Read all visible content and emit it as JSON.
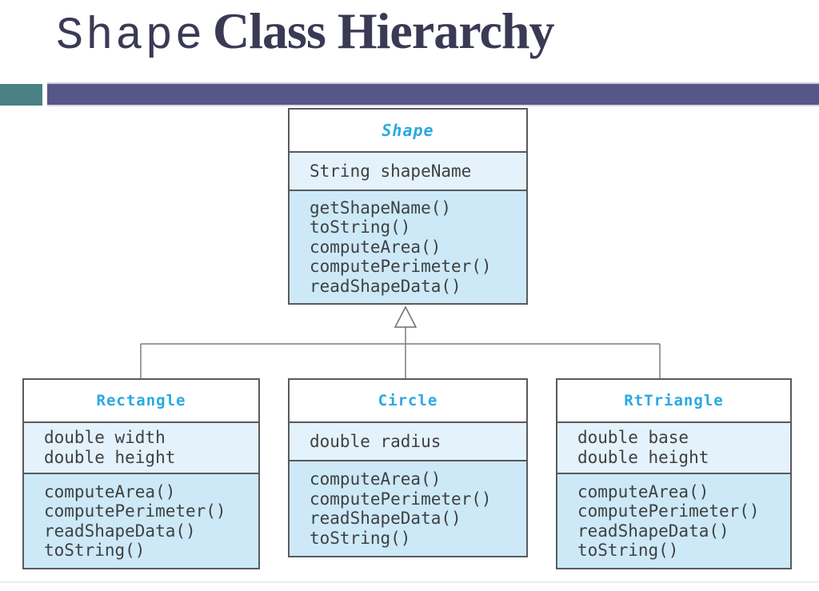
{
  "theme": {
    "accent_teal": "#4A8184",
    "accent_purple": "#565689",
    "title_color": "#3A3A55",
    "class_name_color": "#29A9E1",
    "fields_bg": "#E4F2FB",
    "methods_bg": "#CDE9F8",
    "box_border": "#595A5D",
    "connector": "#7B7C7F",
    "code_text": "#3F4042"
  },
  "header": {
    "code_word": "Shape",
    "rest": "Class Hierarchy"
  },
  "diagram": {
    "parent": {
      "name": "Shape",
      "fields": [
        "String shapeName"
      ],
      "methods": [
        "getShapeName()",
        "toString()",
        "computeArea()",
        "computePerimeter()",
        "readShapeData()"
      ]
    },
    "children": [
      {
        "name": "Rectangle",
        "fields": [
          "double width",
          "double height"
        ],
        "methods": [
          "computeArea()",
          "computePerimeter()",
          "readShapeData()",
          "toString()"
        ]
      },
      {
        "name": "Circle",
        "fields": [
          "double radius"
        ],
        "methods": [
          "computeArea()",
          "computePerimeter()",
          "readShapeData()",
          "toString()"
        ]
      },
      {
        "name": "RtTriangle",
        "fields": [
          "double base",
          "double height"
        ],
        "methods": [
          "computeArea()",
          "computePerimeter()",
          "readShapeData()",
          "toString()"
        ]
      }
    ]
  }
}
